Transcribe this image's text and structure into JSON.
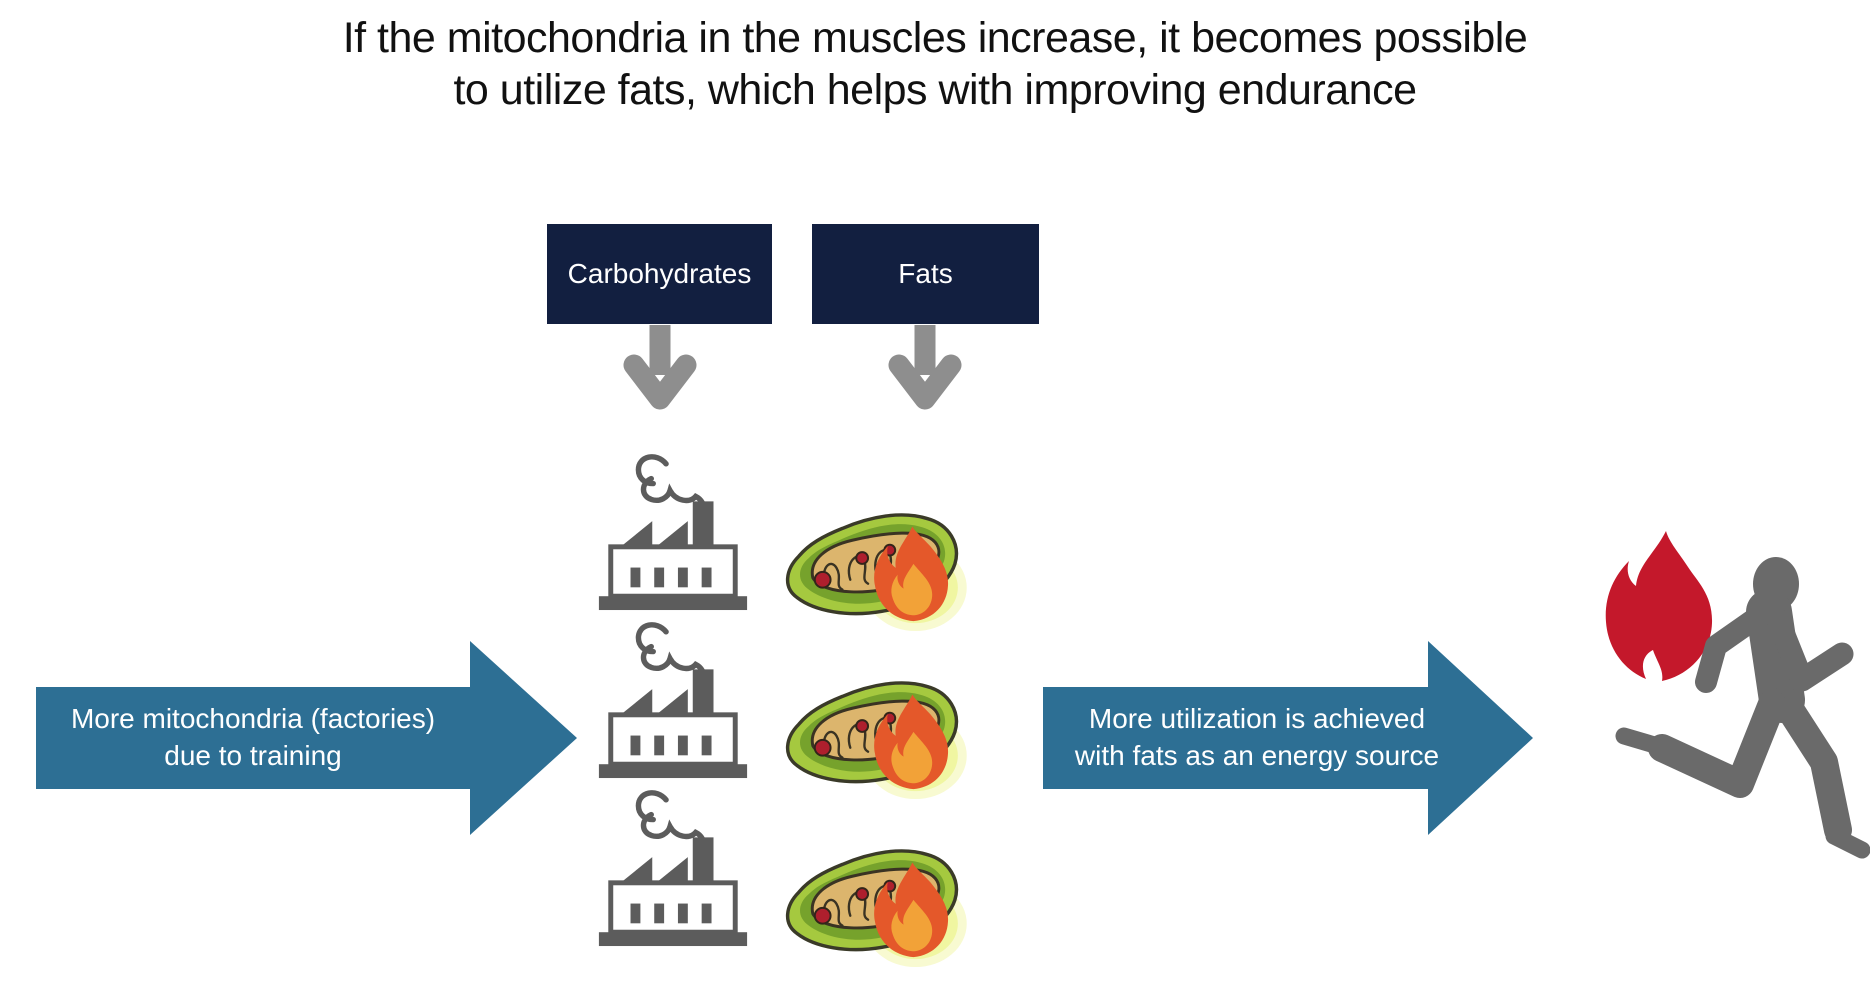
{
  "title": {
    "line1": "If the mitochondria in the muscles increase, it becomes possible",
    "line2": "to utilize fats, which helps with improving endurance"
  },
  "sources": {
    "carbohydrates_label": "Carbohydrates",
    "fats_label": "Fats"
  },
  "left_arrow": {
    "line1": "More mitochondria (factories)",
    "line2": "due to training"
  },
  "right_arrow": {
    "line1": "More utilization is achieved",
    "line2": "with fats as an energy source"
  },
  "counts": {
    "factories": 3,
    "mitochondria": 3
  },
  "icons": {
    "down_arrow": "down-arrow-icon",
    "factory": "factory-icon",
    "mitochondrion": "burning-mitochondrion-icon",
    "flame": "flame-icon",
    "runner": "running-man-icon"
  },
  "colors": {
    "navy_box": "#121f40",
    "box_text": "#ffffff",
    "blue_arrow": "#2d6f94",
    "gray_arrow": "#8e8e8e",
    "factory_gray": "#5c5c5c",
    "runner_gray": "#6a6a6a",
    "flame_red": "#c4182b",
    "mito_outer_green": "#a5c93f",
    "mito_inner_green": "#76a22c",
    "mito_matrix_tan": "#dcb56d",
    "mito_dot_red": "#ae1f2d",
    "mito_fire_orange": "#e4582a",
    "mito_fire_inner": "#f2a238",
    "glow_yellow": "#eef59b",
    "title_text": "#111111"
  }
}
